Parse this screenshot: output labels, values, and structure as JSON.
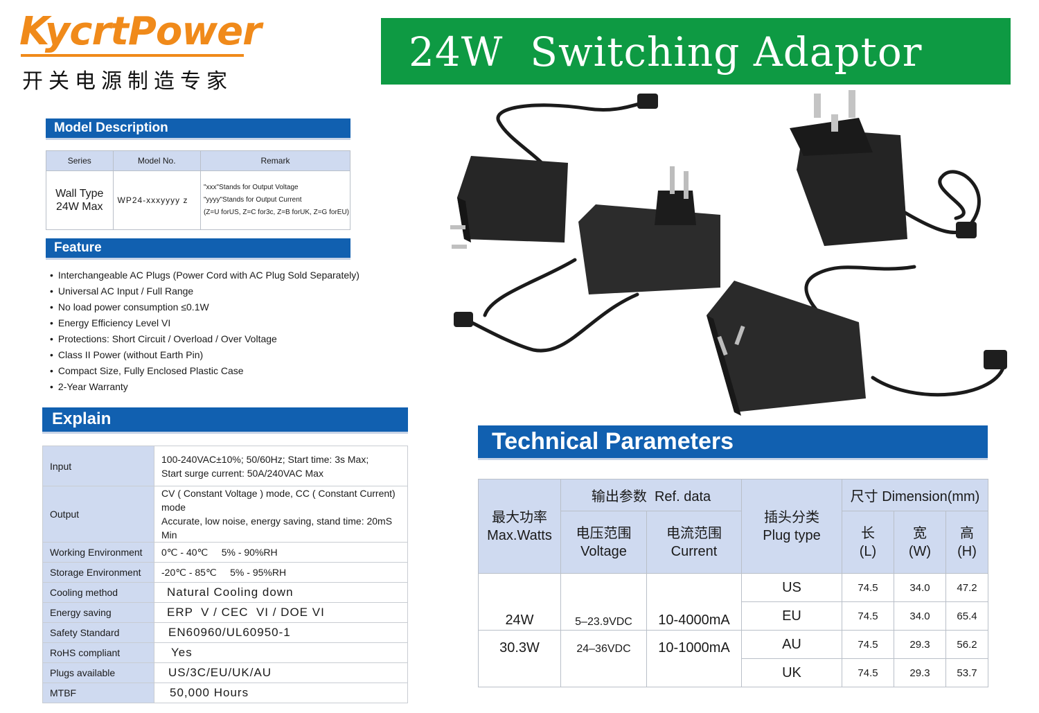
{
  "brand": {
    "logo": "KycrtPower",
    "tagline": "开关电源制造专家"
  },
  "title": "24W  Switching Adaptor",
  "model_description": {
    "heading": "Model Description",
    "columns": [
      "Series",
      "Model No.",
      "Remark"
    ],
    "row": {
      "series": [
        "Wall Type",
        "24W Max"
      ],
      "model_no": "WP24-xxxyyyy z",
      "remark": [
        "\"xxx\"Stands for Output Voltage",
        "\"yyyy\"Stands for Output Current",
        "(Z=U forUS, Z=C for3c, Z=B forUK, Z=G forEU)"
      ]
    }
  },
  "feature": {
    "heading": "Feature",
    "items": [
      "Interchangeable AC Plugs (Power Cord with AC Plug Sold Separately)",
      "Universal AC Input / Full Range",
      "No load power consumption ≤0.1W",
      "Energy Efficiency Level VI",
      "Protections: Short Circuit / Overload / Over Voltage",
      "Class II Power (without Earth Pin)",
      "Compact Size, Fully Enclosed Plastic Case",
      "2-Year Warranty"
    ]
  },
  "explain": {
    "heading": "Explain",
    "rows": [
      {
        "label": "Input",
        "lines": [
          "100-240VAC±10%; 50/60Hz; Start time: 3s Max;",
          "Start surge current: 50A/240VAC Max"
        ]
      },
      {
        "label": "Output",
        "lines": [
          "CV ( Constant Voltage ) mode, CC ( Constant Current) mode",
          "Accurate, low noise, energy saving, stand time: 20mS Min"
        ]
      },
      {
        "label": "Working Environment",
        "lines": [
          "0℃ - 40℃     5% - 90%RH"
        ]
      },
      {
        "label": "Storage Environment",
        "lines": [
          "-20℃ - 85℃     5% - 95%RH"
        ]
      },
      {
        "label": "Cooling method",
        "lines": [
          "Natural Cooling down"
        ]
      },
      {
        "label": "Energy saving",
        "lines": [
          "ERP  V / CEC  VI / DOE VI"
        ]
      },
      {
        "label": "Safety Standard",
        "lines": [
          "EN60960/UL60950-1"
        ]
      },
      {
        "label": "RoHS compliant",
        "lines": [
          "Yes"
        ]
      },
      {
        "label": "Plugs available",
        "lines": [
          "US/3C/EU/UK/AU"
        ]
      },
      {
        "label": "MTBF",
        "lines": [
          "50,000 Hours"
        ]
      }
    ]
  },
  "technical": {
    "heading": "Technical Parameters",
    "header": {
      "max_watts": [
        "最大功率",
        "Max.Watts"
      ],
      "ref_data": "输出参数  Ref. data",
      "voltage": [
        "电压范围",
        "Voltage"
      ],
      "current": [
        "电流范围",
        "Current"
      ],
      "plug_type": [
        "插头分类",
        "Plug type"
      ],
      "dimension": "尺寸 Dimension(mm)",
      "length": [
        "长",
        "(L)"
      ],
      "width": [
        "宽",
        "(W)"
      ],
      "height": [
        "高",
        "(H)"
      ]
    },
    "groups": [
      {
        "watts": "24W",
        "voltage": "5–23.9VDC",
        "current": "10-4000mA"
      },
      {
        "watts": "30.3W",
        "voltage": "24–36VDC",
        "current": "10-1000mA"
      }
    ],
    "plugs": [
      {
        "type": "US",
        "l": "74.5",
        "w": "34.0",
        "h": "47.2"
      },
      {
        "type": "EU",
        "l": "74.5",
        "w": "34.0",
        "h": "65.4"
      },
      {
        "type": "AU",
        "l": "74.5",
        "w": "29.3",
        "h": "56.2"
      },
      {
        "type": "UK",
        "l": "74.5",
        "w": "29.3",
        "h": "53.7"
      }
    ]
  },
  "colors": {
    "brand_orange": "#f08a1a",
    "title_green": "#0e9a43",
    "section_blue": "#1160b0",
    "header_cell": "#cfdaf0"
  },
  "product_icons": [
    "us-plug-adaptor",
    "eu-plug-adaptor",
    "uk-plug-adaptor",
    "au-plug-adaptor"
  ]
}
